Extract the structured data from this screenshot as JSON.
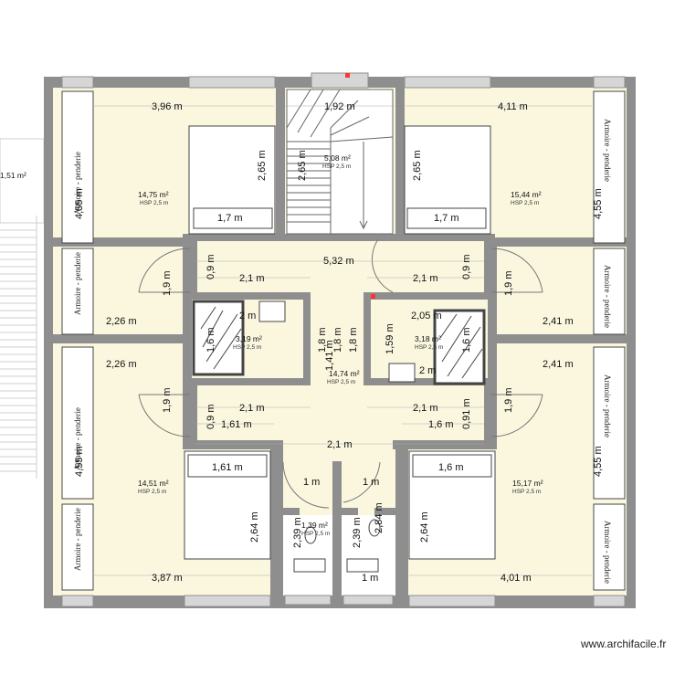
{
  "colors": {
    "wall": "#8e8e8e",
    "floor": "#fbf7df",
    "window": "#d6d6d6",
    "door_hinge": "#ff3333"
  },
  "watermark": "www.archifacile.fr",
  "outside_area": "1,51 m²",
  "rooms": [
    {
      "id": "bedroom-top-left",
      "area": "14,75 m²",
      "hsp": "HSP 2,5 m"
    },
    {
      "id": "stairwell",
      "area": "5,08 m²",
      "hsp": "HSP 2,5 m"
    },
    {
      "id": "bedroom-top-right",
      "area": "15,44 m²",
      "hsp": "HSP 2,5 m"
    },
    {
      "id": "bathroom-left",
      "area": "3,19 m²",
      "hsp": "HSP 2,5 m"
    },
    {
      "id": "bathroom-right",
      "area": "3,18 m²",
      "hsp": "HSP 2,5 m"
    },
    {
      "id": "hallway",
      "area": "14,74 m²",
      "hsp": "HSP 2,5 m"
    },
    {
      "id": "bedroom-bottom-left",
      "area": "14,51 m²",
      "hsp": "HSP 2,5 m"
    },
    {
      "id": "bedroom-bottom-right",
      "area": "15,17 m²",
      "hsp": "HSP 2,5 m"
    },
    {
      "id": "wc",
      "area": "1,39 m²",
      "hsp": "HSP 2,5 m"
    }
  ],
  "wardrobe_labels": {
    "long": "Armoire - penderie",
    "short": "Armoire - penderie"
  },
  "dimensions": {
    "top_left_width": "3,96 m",
    "stair_width": "1,92 m",
    "top_right_width": "4,11 m",
    "bed_tl_length": "2,65 m",
    "stair_height_a": "2,65 m",
    "bed_tr_length": "2,65 m",
    "bed_tl_width": "1,7 m",
    "bed_tr_width": "1,7 m",
    "left_wall_top": "4,55 m",
    "right_wall_top": "4,55 m",
    "hall_width": "5,32 m",
    "corr_tl": "2,1 m",
    "corr_tr": "2,1 m",
    "niche_tl": "0,9 m",
    "niche_tr": "0,9 m",
    "door_tl": "1,9 m",
    "door_tr": "1,9 m",
    "wardrobe_tl": "2,26 m",
    "wardrobe_tr": "2,41 m",
    "bath_l_w": "2 m",
    "bath_r_w": "2,05 m",
    "shower_l": "1,6 m",
    "shower_r": "1,6 m",
    "bath_l_h": "1,8 m",
    "bath_r_h": "1,59 m",
    "hall_mid_a": "1,8 m",
    "hall_mid_b": "1,41 m",
    "hall_mid_c": "1,8 m",
    "bath_r_w2": "2 m",
    "wardrobe_bl": "2,26 m",
    "wardrobe_br": "2,41 m",
    "door_bl": "1,9 m",
    "door_br": "1,9 m",
    "corr_bl": "2,1 m",
    "corr_br": "2,1 m",
    "niche_bl": "0,9 m",
    "niche_br": "0,91 m",
    "bed_bl_w_top": "1,61 m",
    "bed_br_w_top": "1,6 m",
    "hall_bottom": "2,1 m",
    "bed_bl_width": "1,61 m",
    "bed_br_width": "1,6 m",
    "wc_l_w": "1 m",
    "wc_r_w": "1 m",
    "left_wall_bottom": "4,55 m",
    "right_wall_bottom": "4,55 m",
    "bed_bl_length": "2,64 m",
    "bed_br_length": "2,64 m",
    "wc_l_h": "2,39 m",
    "wc_r_h": "2,39 m",
    "wc_r_h2": "2,84 m",
    "bottom_left_width": "3,87 m",
    "wc_r_bottom": "1 m",
    "bottom_right_width": "4,01 m"
  }
}
